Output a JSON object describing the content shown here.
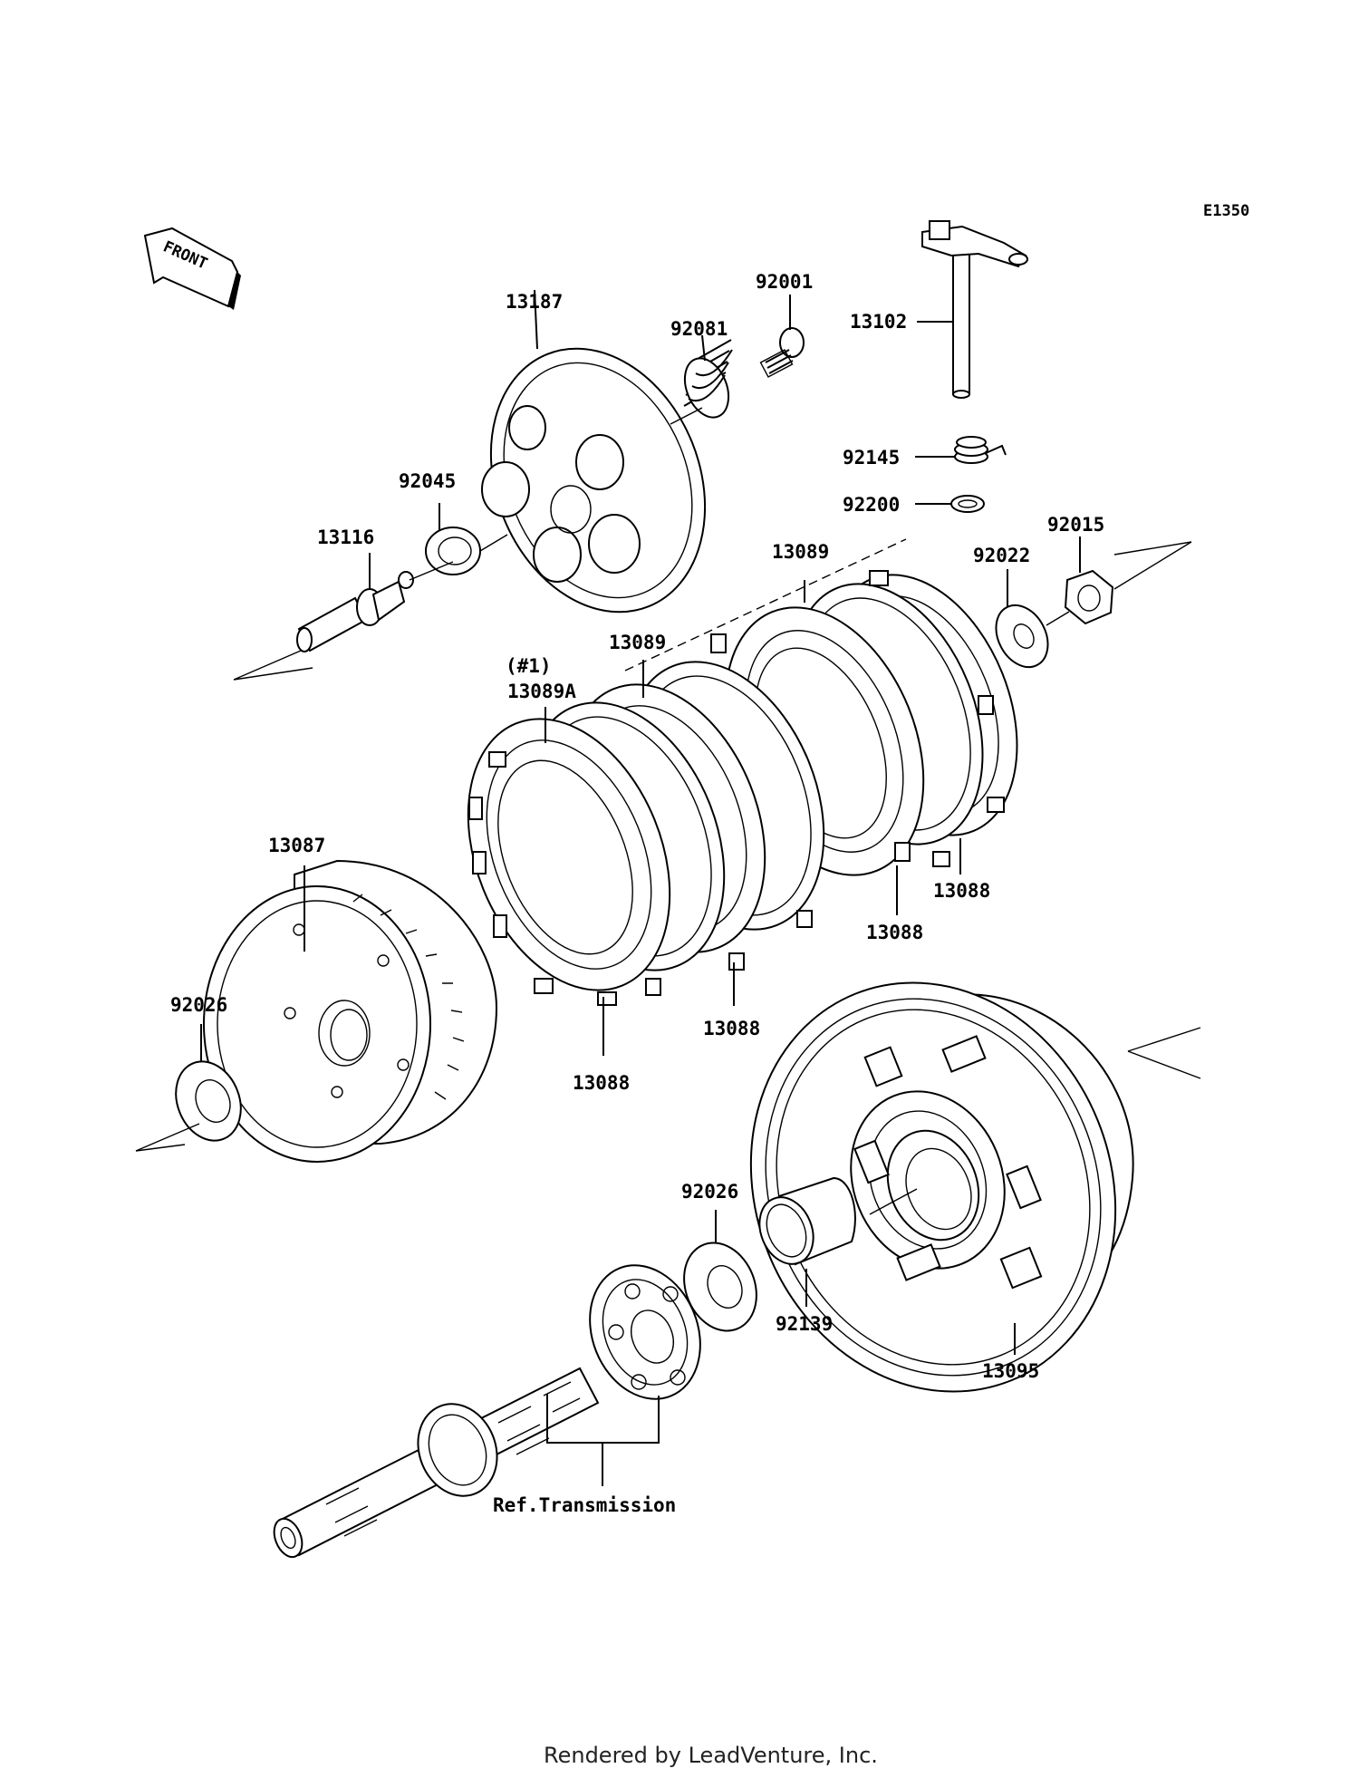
{
  "diagram_code": "E1350",
  "front_label": "FRONT",
  "note_label": "(#1)",
  "footer": "Rendered by LeadVenture, Inc.",
  "parts": {
    "p13187": "13187",
    "p92001": "92001",
    "p92081": "92081",
    "p13102": "13102",
    "p92045": "92045",
    "p13116": "13116",
    "p92145": "92145",
    "p92200": "92200",
    "p92015": "92015",
    "p92022": "92022",
    "p13089_top": "13089",
    "p13089_mid": "13089",
    "p13089A": "13089A",
    "p13087": "13087",
    "p13088_r": "13088",
    "p13088_mr": "13088",
    "p13088_m": "13088",
    "p13088_l": "13088",
    "p92026_l": "92026",
    "p92026_r": "92026",
    "p92139": "92139",
    "p13095": "13095",
    "ref_transmission": "Ref.Transmission"
  }
}
